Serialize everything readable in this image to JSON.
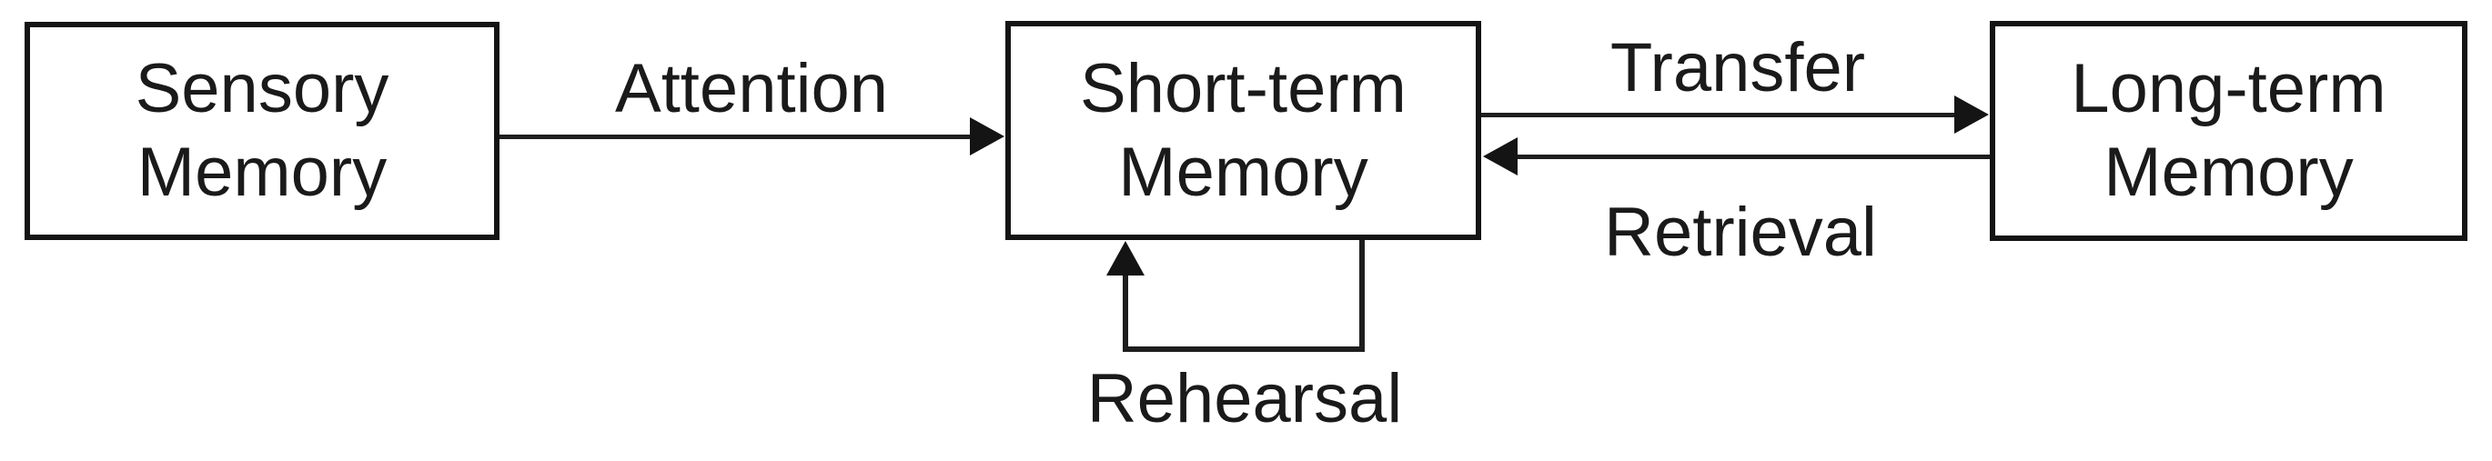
{
  "colors": {
    "background": "#ffffff",
    "ink": "#1a1a1a"
  },
  "nodes": {
    "sensory": {
      "line1": "Sensory",
      "line2": "Memory"
    },
    "short_term": {
      "line1": "Short-term",
      "line2": "Memory"
    },
    "long_term": {
      "line1": "Long-term",
      "line2": "Memory"
    }
  },
  "edges": {
    "attention": {
      "label": "Attention",
      "from": "sensory",
      "to": "short_term",
      "direction": "right"
    },
    "transfer": {
      "label": "Transfer",
      "from": "short_term",
      "to": "long_term",
      "direction": "right"
    },
    "retrieval": {
      "label": "Retrieval",
      "from": "long_term",
      "to": "short_term",
      "direction": "left"
    },
    "rehearsal": {
      "label": "Rehearsal",
      "from": "short_term",
      "to": "short_term",
      "direction": "self-loop"
    }
  }
}
